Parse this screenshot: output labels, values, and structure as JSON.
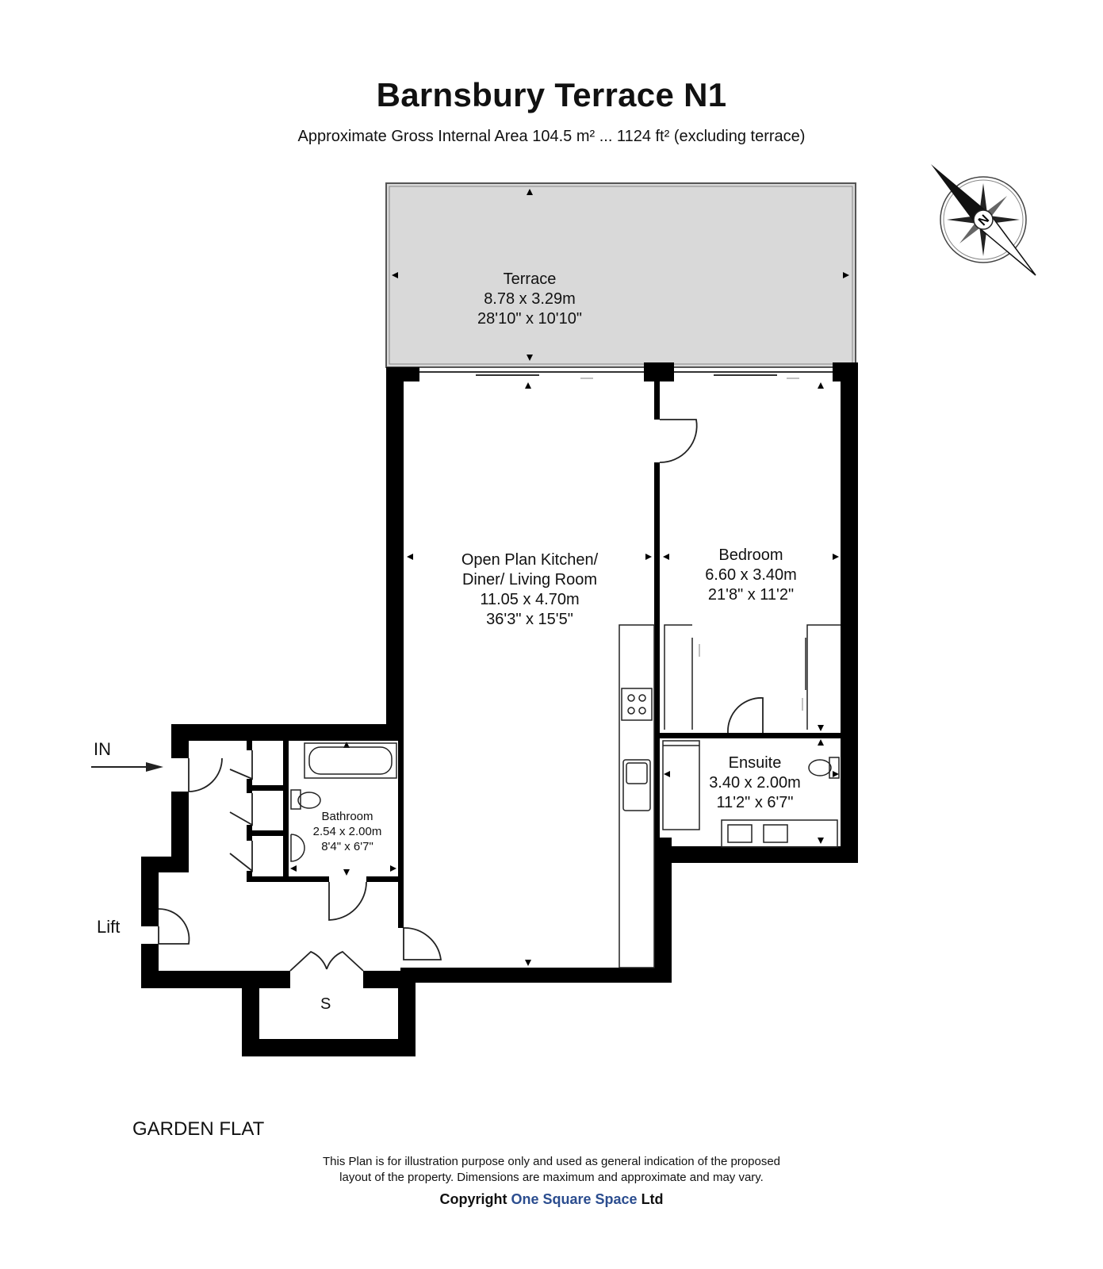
{
  "title": "Barnsbury Terrace N1",
  "subtitle": "Approximate Gross Internal Area 104.5 m² ... 1124 ft² (excluding terrace)",
  "rooms": {
    "terrace": {
      "name": "Terrace",
      "metric": "8.78 x 3.29m",
      "imperial": "28'10\" x 10'10\""
    },
    "living": {
      "name_line1": "Open Plan Kitchen/",
      "name_line2": "Diner/ Living Room",
      "metric": "11.05 x 4.70m",
      "imperial": "36'3\" x 15'5\""
    },
    "bedroom": {
      "name": "Bedroom",
      "metric": "6.60 x 3.40m",
      "imperial": "21'8\" x 11'2\""
    },
    "ensuite": {
      "name": "Ensuite",
      "metric": "3.40 x 2.00m",
      "imperial": "11'2\" x 6'7\""
    },
    "bathroom": {
      "name": "Bathroom",
      "metric": "2.54 x 2.00m",
      "imperial": "8'4\" x 6'7\""
    },
    "store": {
      "name": "S"
    }
  },
  "labels": {
    "entrance": "IN",
    "lift": "Lift"
  },
  "flat_name": "GARDEN FLAT",
  "disclaimer_line1": "This Plan is for illustration purpose only and used as general indication of the proposed",
  "disclaimer_line2": "layout of the property. Dimensions are maximum and approximate and may vary.",
  "copyright_prefix": "Copyright",
  "copyright_brand": "One Square Space",
  "copyright_suffix": "Ltd",
  "compass": {
    "icon": "compass-rose-icon",
    "letter": "N"
  },
  "colors": {
    "wall": "#000000",
    "terrace_fill": "#d9d9d9",
    "brand": "#2b4d8f"
  }
}
